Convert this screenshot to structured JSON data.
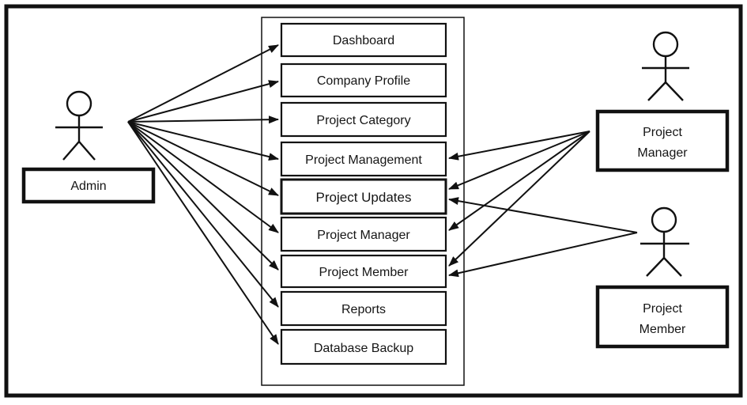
{
  "colors": {
    "ink": "#111111",
    "background": "#ffffff"
  },
  "actors": {
    "admin": {
      "label": "Admin"
    },
    "project_manager": {
      "line1": "Project",
      "line2": "Manager"
    },
    "project_member": {
      "line1": "Project",
      "line2": "Member"
    }
  },
  "usecases": [
    {
      "label": "Dashboard"
    },
    {
      "label": "Company Profile"
    },
    {
      "label": "Project Category"
    },
    {
      "label": "Project Management"
    },
    {
      "label": "Project Updates"
    },
    {
      "label": "Project Manager"
    },
    {
      "label": "Project Member"
    },
    {
      "label": "Reports"
    },
    {
      "label": "Database Backup"
    }
  ],
  "relationships": [
    {
      "from": "Admin",
      "to": "Dashboard"
    },
    {
      "from": "Admin",
      "to": "Company Profile"
    },
    {
      "from": "Admin",
      "to": "Project Category"
    },
    {
      "from": "Admin",
      "to": "Project Management"
    },
    {
      "from": "Admin",
      "to": "Project Updates"
    },
    {
      "from": "Admin",
      "to": "Project Manager"
    },
    {
      "from": "Admin",
      "to": "Project Member"
    },
    {
      "from": "Admin",
      "to": "Reports"
    },
    {
      "from": "Admin",
      "to": "Database Backup"
    },
    {
      "from": "Project Manager",
      "to": "Project Management"
    },
    {
      "from": "Project Manager",
      "to": "Project Updates"
    },
    {
      "from": "Project Manager",
      "to": "Project Manager"
    },
    {
      "from": "Project Manager",
      "to": "Project Member"
    },
    {
      "from": "Project Member",
      "to": "Project Updates"
    },
    {
      "from": "Project Member",
      "to": "Project Member"
    }
  ]
}
